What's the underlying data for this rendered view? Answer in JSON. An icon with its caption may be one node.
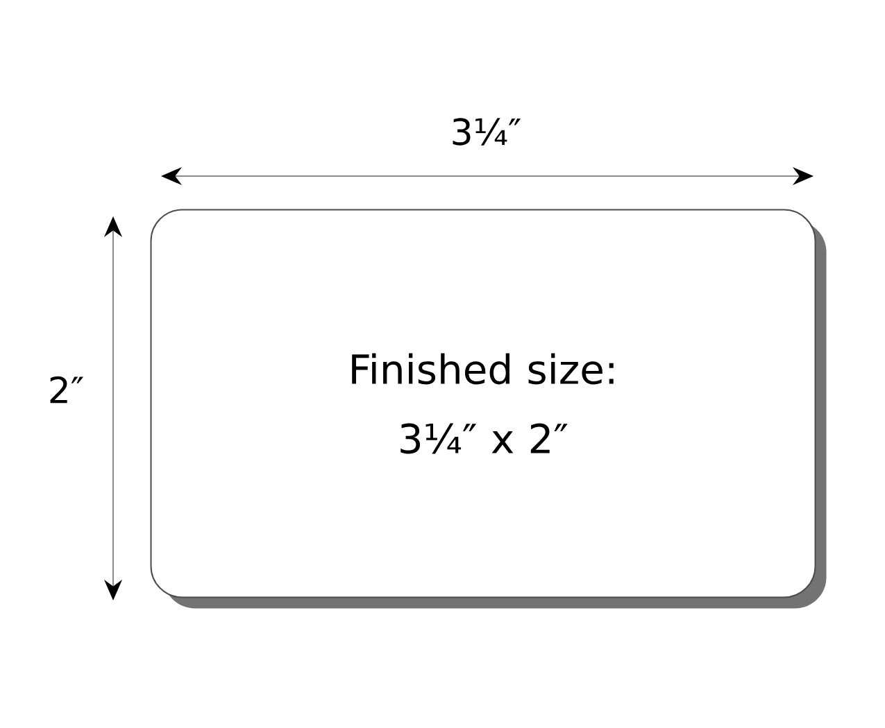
{
  "diagram": {
    "nodes": [
      {
        "text": [
          "Finished size: 3¼″ x 2″"
        ]
      }
    ],
    "labels": [
      "3¼″",
      "2″"
    ]
  }
}
